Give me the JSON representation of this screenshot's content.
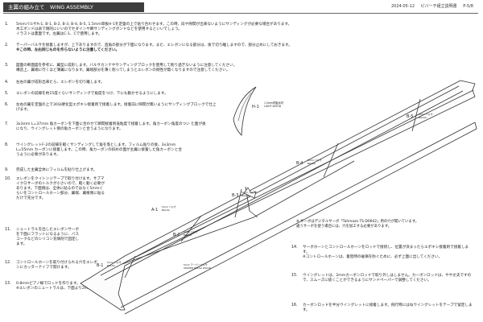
{
  "header": {
    "title": "主翼の組み立て　WING ASSEMBLY",
    "date": "2024-05-12",
    "doc": "ピバーチ組立説明書",
    "page": "P-5/8"
  },
  "steps": [
    {
      "num": "1.",
      "text": "5mmバルサA-1, B-1, B-2, B-3, B-4, B-5, 1.5mm単板H-1を定盤の上で貼り合わせます。この時、段や隙間が出来ないようにサンディングが必要な場合があります。\n木工ボンドは表で側的にいいのでセダインや瞬サンディングボンドなどを使用するといいでしょう。\nイラストは裏面です。左翼はC-1、Cで使用します。"
    },
    {
      "num": "2.",
      "text": "テーパーバルサを接着しますが、上下ありますので、直角の部分が下面になります。また、エレボンになる部分は、後で切り離しますので、部分止めにしておきます。",
      "warn": "※この時、左右同じものを作らないように注意してください。"
    },
    {
      "num": "3.",
      "text": "図面の断面図を参考に、翼型に成形します。バルサカンナやサンディングブロックを使用して削り過ぎないように注意してください。\n構造上、翼端に行くほど薄翼になります。翼端部分を薄く削ってしまうとエレボンの剛性が無くなりますので注意してください。"
    },
    {
      "num": "4.",
      "text": "左右の翼が成形出来たら、エレボンを切り離します。"
    },
    {
      "num": "5.",
      "text": "エレボンの前縁を約15度ぐらいサンディングで角度をつけ、下にも動かせるようにします。"
    },
    {
      "num": "6.",
      "text": "左右の翼を定盤の上で30分硬化型エポキシ接着剤で接着します。接着前に隙間が無いようにサンディングブロックで仕上げます。"
    },
    {
      "num": "7.",
      "text": "3x3mm L=37mm 角カーボンを下面に合わせて瞬間接着剤低粘度で接着します。角カーボン角度のつい た面が後になり、ウイングレット側の角カーボンと合うようになります。"
    },
    {
      "num": "8.",
      "text": "ウイングレットF-2の前縁を軽くサンディングして角を落とします。フィルム貼りの後、3x3mm L=55mm カーボンに接着します。この時、角カーボンの斜めの面が主翼に接着した角カーボンと合うように必要があります。"
    },
    {
      "num": "9.",
      "text": "完成した主翼全体にフィルムを貼り仕上げます。"
    },
    {
      "num": "10.",
      "text": "エレボンをクイトンジテープで取り付けます。サブマイクロサーボのトルクが小さいので、軽く動く必要があります。下面側は、全体に貼るのではなく5mmぐらいをコントロールホーン部分、翼端、翼根側に貼るだけで充分です。"
    },
    {
      "num": "11.",
      "text": "ニュートラルを出したエレボンサーボを下面にフラットになるように、バスコークなどのシリコン充填剤で固定します。"
    },
    {
      "num": "12.",
      "text": "コントロールホーンを取り付けられる穴をエレボンにカッターナイフで開けます。"
    },
    {
      "num": "13.",
      "text": "0.8mmピアノ線でロッドを作ります。\n※エレボンのニュートラルは、下面より2mm上にします。"
    },
    {
      "num": "14.",
      "text": "サーボホーンとコントロールホーンをロッドで接続し、位置が決まったらエポキシ接着剤で接着します。\n※コントロールホーンは、着陸時の破損を防ぐために、必ず上面に出してください。"
    },
    {
      "num": "15.",
      "text": "ウイングレットは、2mmカーボンロッドで取り外しはしません。カーボンロッドは、やや丈夫ですので、スムーズに抜くことができるようにサンドペーパーで調整してください。"
    },
    {
      "num": "16.",
      "text": "カーボンロッドを半分ウイングレットに接着します。飛行時にはねウイングレットをテープで留定します。"
    }
  ],
  "servo_note": "※ サーボはデジタルサーボ「Tahmazo TS-D0602」用の穴が開いています。\n違うサーボを使う場合には、穴を加工する必要があります。",
  "labels": {
    "h1": "H-1",
    "h1_sub": "1.5mm桐板木材\nLIGHT WOOD",
    "b5": "B-5",
    "b5_sub": "5mm バルサ\nBALSA",
    "b4": "B-4",
    "b4_sub": "5mm バルサ\nBALSA",
    "b3": "B-3",
    "b3_sub": "5mm バルサ\nBALSA",
    "a1": "A-1",
    "a1_sub": "5mm バルサ\nBALSA",
    "b2": "B-2",
    "b2_sub": "5mm バルサ\nBALSA",
    "b1": "B-1",
    "b1_sub": "5mm バルサ\nBALSA",
    "taper": "5mm テーパーバルサ\nSHAPED BALSA WOOD"
  },
  "colors": {
    "title_bg": "#3d3d3d",
    "line": "#333333"
  }
}
